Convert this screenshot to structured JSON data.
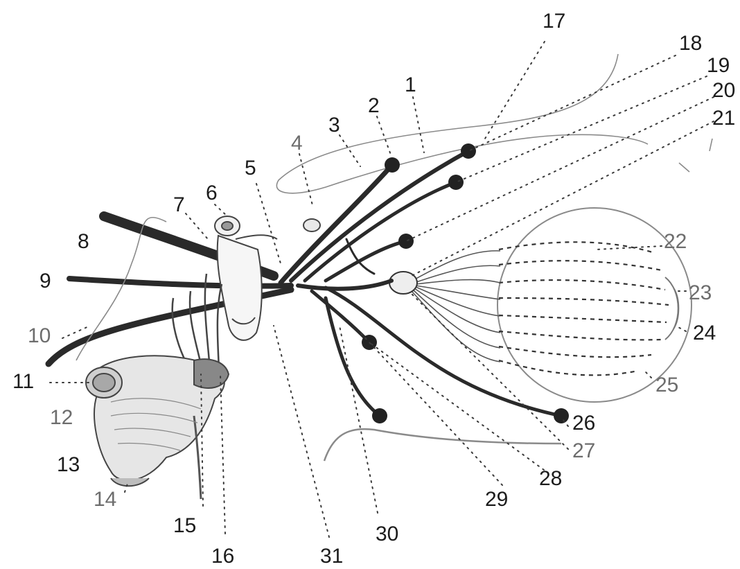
{
  "labels": [
    {
      "id": "1",
      "text": "1"
    },
    {
      "id": "2",
      "text": "2"
    },
    {
      "id": "3",
      "text": "3"
    },
    {
      "id": "4",
      "text": "4"
    },
    {
      "id": "5",
      "text": "5"
    },
    {
      "id": "6",
      "text": "6"
    },
    {
      "id": "7",
      "text": "7"
    },
    {
      "id": "8",
      "text": "8"
    },
    {
      "id": "9",
      "text": "9"
    },
    {
      "id": "10",
      "text": "10"
    },
    {
      "id": "11",
      "text": "11"
    },
    {
      "id": "12",
      "text": "12"
    },
    {
      "id": "13",
      "text": "13"
    },
    {
      "id": "14",
      "text": "14"
    },
    {
      "id": "15",
      "text": "15"
    },
    {
      "id": "16",
      "text": "16"
    },
    {
      "id": "17",
      "text": "17"
    },
    {
      "id": "18",
      "text": "18"
    },
    {
      "id": "19",
      "text": "19"
    },
    {
      "id": "20",
      "text": "20"
    },
    {
      "id": "21",
      "text": "21"
    },
    {
      "id": "22",
      "text": "22"
    },
    {
      "id": "23",
      "text": "23"
    },
    {
      "id": "24",
      "text": "24"
    },
    {
      "id": "25",
      "text": "25"
    },
    {
      "id": "26",
      "text": "26"
    },
    {
      "id": "27",
      "text": "27"
    },
    {
      "id": "28",
      "text": "28"
    },
    {
      "id": "29",
      "text": "29"
    },
    {
      "id": "30",
      "text": "30"
    },
    {
      "id": "31",
      "text": "31"
    }
  ]
}
